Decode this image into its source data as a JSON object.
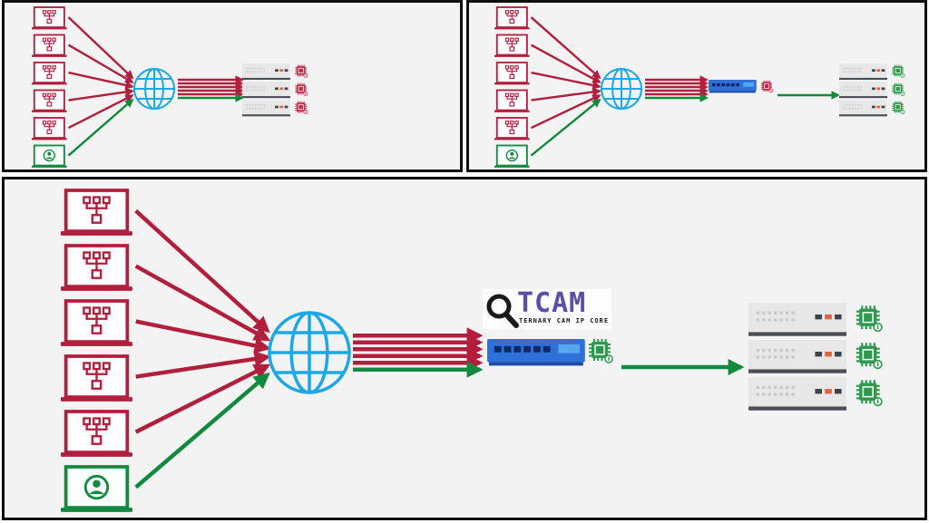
{
  "logo": {
    "title": "TCAM",
    "subtitle": "TERNARY CAM IP CORE"
  },
  "colors": {
    "attack": "#b11f3d",
    "legit": "#118a3e",
    "internet": "#1da7e6",
    "fpga": "#2f6fd8",
    "chip": "#2e9a4e",
    "chip_bad": "#c22c4a",
    "server": "#e7e7e7",
    "panel_bg": "#f3f3f3"
  },
  "panels": [
    {
      "id": "panel-a",
      "name": "ddos-attack-on-servers",
      "attackers": 5,
      "legit_users": 1,
      "has_filter": false,
      "servers": 3,
      "server_status": "compromised"
    },
    {
      "id": "panel-b",
      "name": "ddos-filtered-by-fpga",
      "attackers": 5,
      "legit_users": 1,
      "has_filter": true,
      "filter_chip_status": "compromised",
      "servers": 3,
      "server_status": "healthy"
    },
    {
      "id": "panel-c",
      "name": "ddos-filtered-by-tcam",
      "attackers": 5,
      "legit_users": 1,
      "has_filter": true,
      "filter_chip_status": "healthy",
      "servers": 3,
      "server_status": "healthy"
    }
  ]
}
